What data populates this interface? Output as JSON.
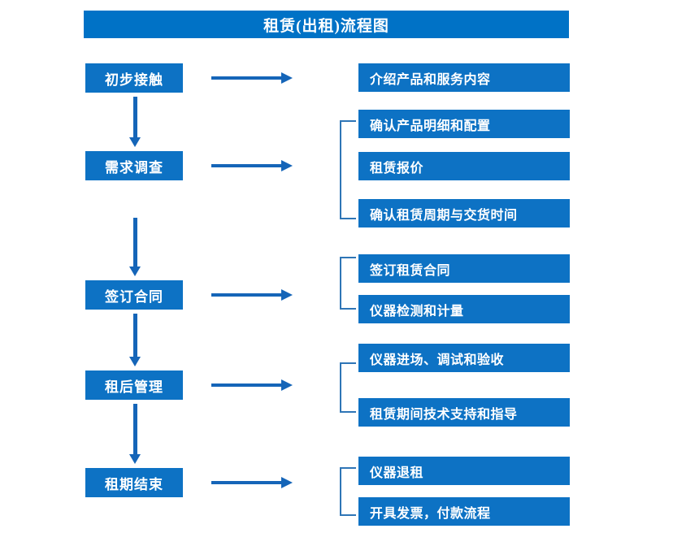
{
  "title": "租赁(出租)流程图",
  "colors": {
    "banner_blue": "#0072C6",
    "box_blue": "#0D72C4",
    "arrow_blue": "#1565B8",
    "bracket_blue": "#2E75B6",
    "text_white": "#FFFFFF",
    "background": "#FFFFFF"
  },
  "stages": [
    {
      "label": "初步接触"
    },
    {
      "label": "需求调查"
    },
    {
      "label": "签订合同"
    },
    {
      "label": "租后管理"
    },
    {
      "label": "租期结束"
    }
  ],
  "details": [
    {
      "label": "介绍产品和服务内容"
    },
    {
      "label": "确认产品明细和配置"
    },
    {
      "label": "租赁报价"
    },
    {
      "label": "确认租赁周期与交货时间"
    },
    {
      "label": "签订租赁合同"
    },
    {
      "label": "仪器检测和计量"
    },
    {
      "label": "仪器进场、调试和验收"
    },
    {
      "label": "租赁期间技术支持和指导"
    },
    {
      "label": "仪器退租"
    },
    {
      "label": "开具发票，付款流程"
    }
  ],
  "groups": [
    {
      "stage": "需求调查",
      "details": [
        "确认产品明细和配置",
        "租赁报价",
        "确认租赁周期与交货时间"
      ]
    },
    {
      "stage": "签订合同",
      "details": [
        "签订租赁合同",
        "仪器检测和计量"
      ]
    },
    {
      "stage": "租后管理",
      "details": [
        "仪器进场、调试和验收",
        "租赁期间技术支持和指导"
      ]
    },
    {
      "stage": "租期结束",
      "details": [
        "仪器退租",
        "开具发票，付款流程"
      ]
    }
  ],
  "flow_connections": [
    {
      "from": "初步接触",
      "to": "需求调查",
      "type": "vertical"
    },
    {
      "from": "需求调查",
      "to": "签订合同",
      "type": "vertical"
    },
    {
      "from": "签订合同",
      "to": "租后管理",
      "type": "vertical"
    },
    {
      "from": "租后管理",
      "to": "租期结束",
      "type": "vertical"
    },
    {
      "from": "初步接触",
      "to": "介绍产品和服务内容",
      "type": "horizontal"
    },
    {
      "from": "需求调查",
      "to": "确认产品明细和配置",
      "type": "horizontal"
    },
    {
      "from": "签订合同",
      "to": "签订租赁合同",
      "type": "horizontal"
    },
    {
      "from": "租后管理",
      "to": "仪器进场、调试和验收",
      "type": "horizontal"
    },
    {
      "from": "租期结束",
      "to": "仪器退租",
      "type": "horizontal"
    }
  ]
}
